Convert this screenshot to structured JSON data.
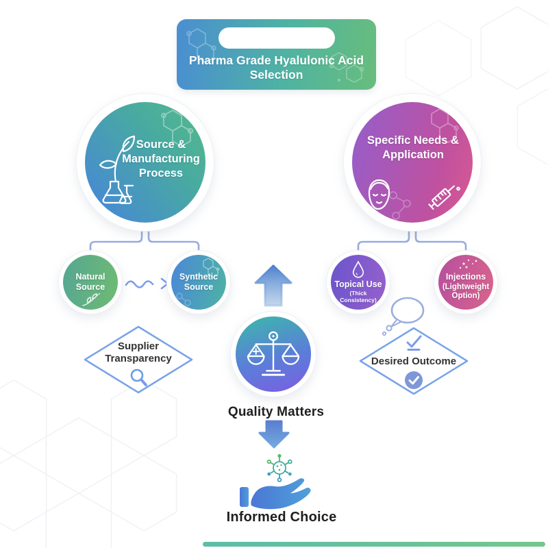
{
  "banner": {
    "lines": [
      "Pharma Grade Hyalulonic Acid",
      "Selection"
    ]
  },
  "branch_left": {
    "main": "Source & Manufacturing Process",
    "children": [
      {
        "title": "Natural Source"
      },
      {
        "title": "Synthetic Source"
      }
    ],
    "diamond": "Supplier Transparency"
  },
  "branch_right": {
    "main": "Specific Needs & Application",
    "children": [
      {
        "title": "Topical Use",
        "subtitle": "(Thick Consistency)"
      },
      {
        "title": "Injections",
        "subtitle": "(Lightweight Option)"
      }
    ],
    "diamond": "Desired Outcome"
  },
  "center": {
    "label": "Quality Matters"
  },
  "outcome": {
    "label": "Informed Choice"
  },
  "icons": [
    "leaf-flask-icon",
    "face-icon",
    "syringe-icon",
    "plant-sprig-icon",
    "droplet-icon",
    "sparkle-icon",
    "magnifier-icon",
    "check-underline-icon",
    "check-circle-icon",
    "balance-scale-icon",
    "up-arrow-icon",
    "down-arrow-icon",
    "molecule-icon",
    "hand-icon",
    "thought-bubble-icon",
    "wavy-arrow-icon"
  ],
  "colors": {
    "banner_gradient": [
      "#4a8ed2",
      "#4fb3a2",
      "#68bd7c"
    ],
    "source_circle": [
      "#4787d8",
      "#57ba8b"
    ],
    "needs_circle": [
      "#975dc8",
      "#d95a92"
    ],
    "natural": [
      "#55a693",
      "#6fbb72"
    ],
    "synthetic": [
      "#4b87d8",
      "#4db3a4"
    ],
    "topical": [
      "#6a55cc",
      "#9760cc"
    ],
    "injections": [
      "#b84f9e",
      "#d8648c"
    ],
    "quality_circle": [
      "#3fb3ae",
      "#7b5ee2"
    ],
    "connector": "#98abdf",
    "diamond_border": "#79a3e8",
    "dark_text": "#1f1f1f"
  }
}
